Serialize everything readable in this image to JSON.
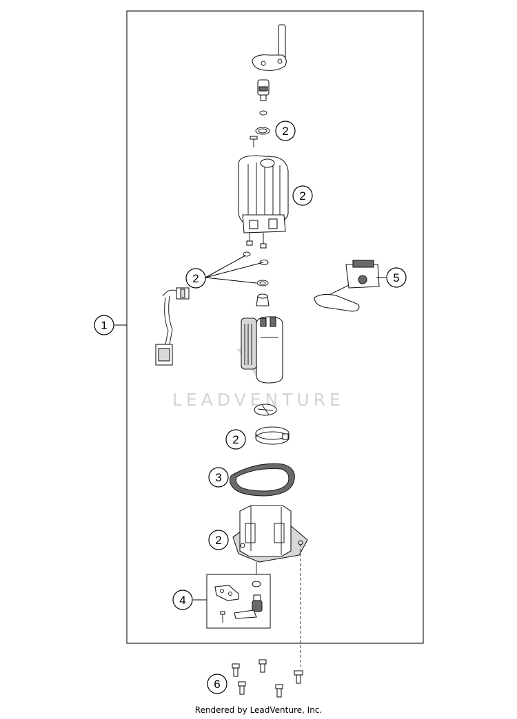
{
  "diagram": {
    "watermark": "LEADVENTURE",
    "callouts": [
      {
        "id": "1",
        "label": "1"
      },
      {
        "id": "2a",
        "label": "2"
      },
      {
        "id": "2b",
        "label": "2"
      },
      {
        "id": "2c",
        "label": "2"
      },
      {
        "id": "2d",
        "label": "2"
      },
      {
        "id": "2e",
        "label": "2"
      },
      {
        "id": "3",
        "label": "3"
      },
      {
        "id": "4",
        "label": "4"
      },
      {
        "id": "5",
        "label": "5"
      },
      {
        "id": "6",
        "label": "6"
      }
    ]
  },
  "footer": {
    "text": "Rendered by LeadVenture, Inc."
  }
}
